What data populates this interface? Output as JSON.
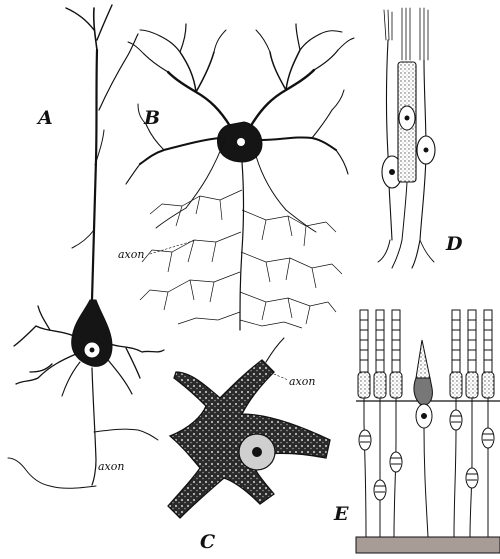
{
  "panels": {
    "A": {
      "letter": "A",
      "labels": [
        "axon"
      ]
    },
    "B": {
      "letter": "B",
      "labels": [
        "axon"
      ]
    },
    "C": {
      "letter": "C",
      "labels": [
        "axon"
      ]
    },
    "D": {
      "letter": "D",
      "labels": []
    },
    "E": {
      "letter": "E",
      "labels": []
    }
  },
  "colors": {
    "ink": "#111111",
    "paper": "#ffffff",
    "stipple": "#8a8a8a",
    "base_layer": "#a89c96"
  }
}
